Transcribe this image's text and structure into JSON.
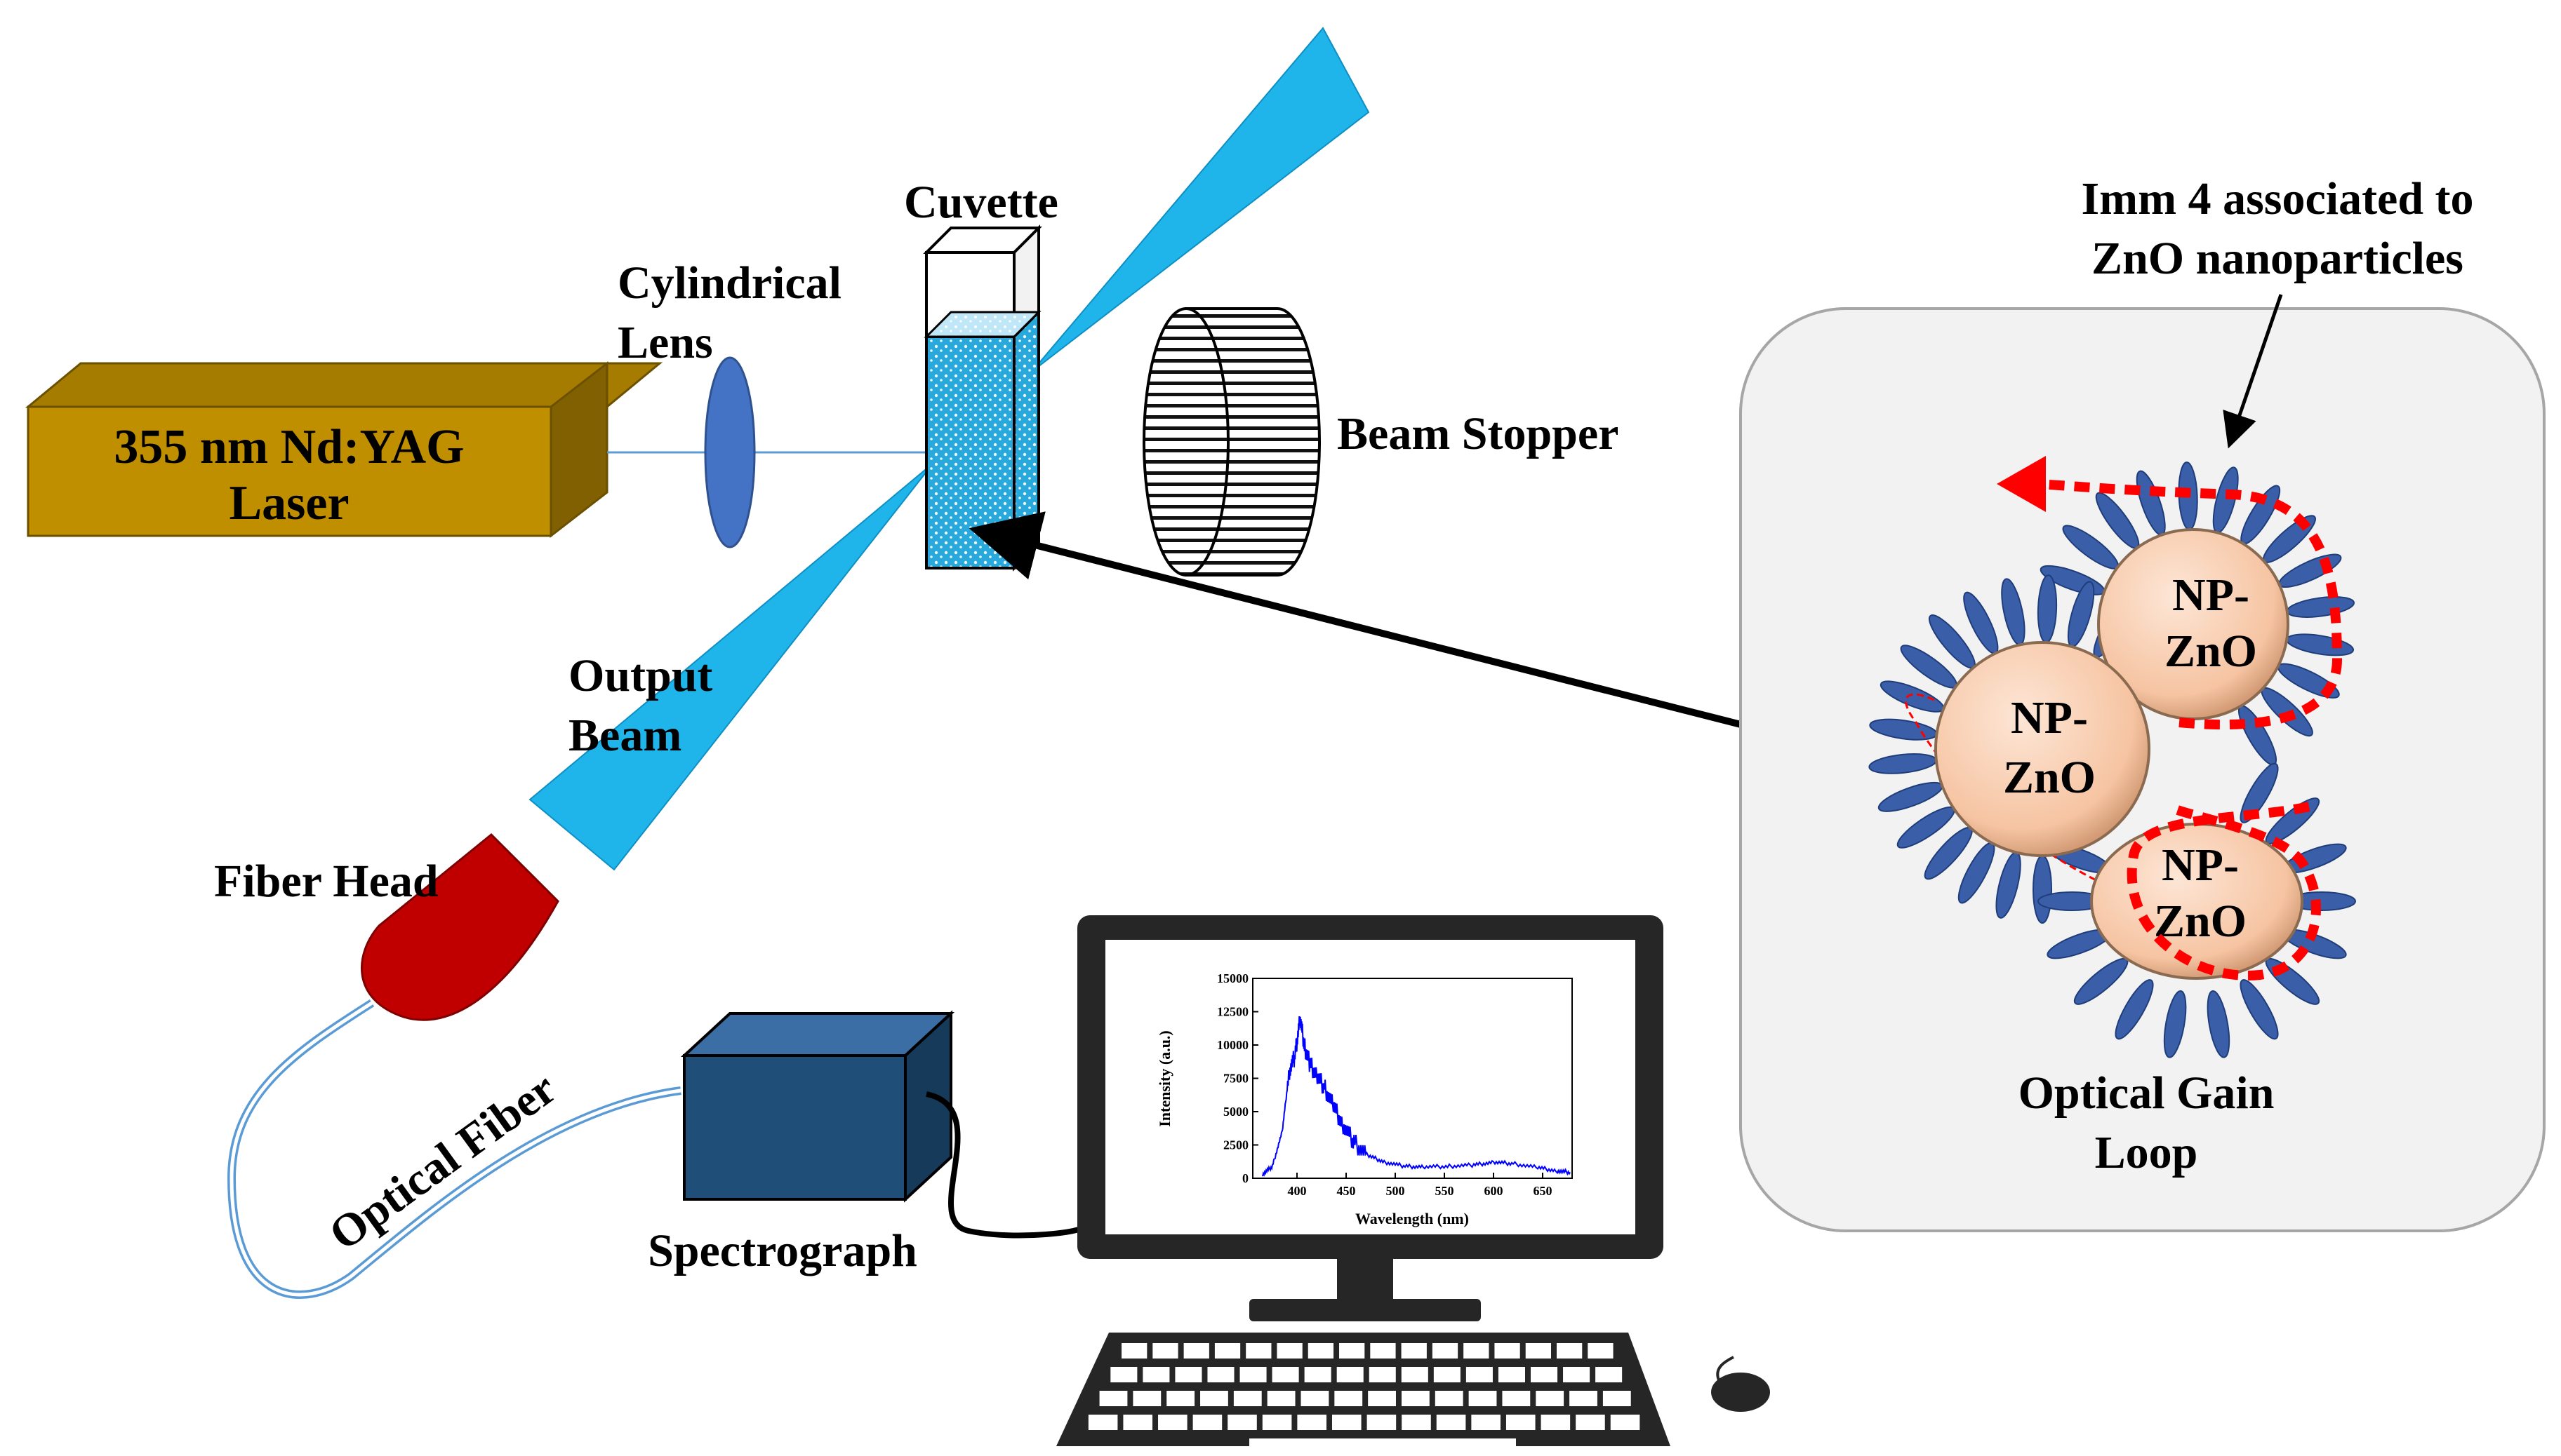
{
  "labels": {
    "laser_line1": "355 nm Nd:YAG",
    "laser_line2": "Laser",
    "lens_line1": "Cylindrical",
    "lens_line2": "Lens",
    "cuvette": "Cuvette",
    "beam_stopper": "Beam Stopper",
    "output_line1": "Output",
    "output_line2": "Beam",
    "fiber_head": "Fiber Head",
    "optical_fiber": "Optical Fiber",
    "spectrograph": "Spectrograph",
    "imm_line1": "Imm 4 associated to",
    "imm_line2": "ZnO nanoparticles",
    "gain_line1": "Optical Gain",
    "gain_line2": "Loop",
    "np1_line1": "NP-",
    "np1_line2": "ZnO",
    "np2_line1": "NP-",
    "np2_line2": "ZnO",
    "np3_line1": "NP-",
    "np3_line2": "ZnO"
  },
  "colors": {
    "laser_body": "#bf8f00",
    "lens": "#4472c4",
    "beam": "#1fb4ea",
    "fiber_head": "#c00000",
    "spectrograph": "#1f4e79",
    "monitor": "#262626",
    "nanoparticle": "#f8cbad",
    "molecule": "#3a5fa8",
    "gain_loop": "#ff0000",
    "spectrum_line": "#0000ff"
  },
  "chart_data": {
    "type": "line",
    "xlabel": "Wavelength (nm)",
    "ylabel": "Intensity (a.u.)",
    "xlim": [
      355,
      680
    ],
    "ylim": [
      0,
      15000
    ],
    "xticks": [
      400,
      450,
      500,
      550,
      600,
      650
    ],
    "yticks": [
      0,
      2500,
      5000,
      7500,
      10000,
      12500,
      15000
    ],
    "x": [
      365,
      375,
      385,
      392,
      398,
      403,
      408,
      413,
      420,
      428,
      437,
      447,
      458,
      472,
      490,
      510,
      530,
      555,
      580,
      600,
      620,
      645,
      665,
      678
    ],
    "values": [
      300,
      900,
      3500,
      8000,
      9200,
      12000,
      9800,
      8600,
      7700,
      6800,
      5400,
      4000,
      2700,
      1700,
      1200,
      900,
      850,
      900,
      1000,
      1200,
      1100,
      800,
      550,
      450
    ]
  }
}
